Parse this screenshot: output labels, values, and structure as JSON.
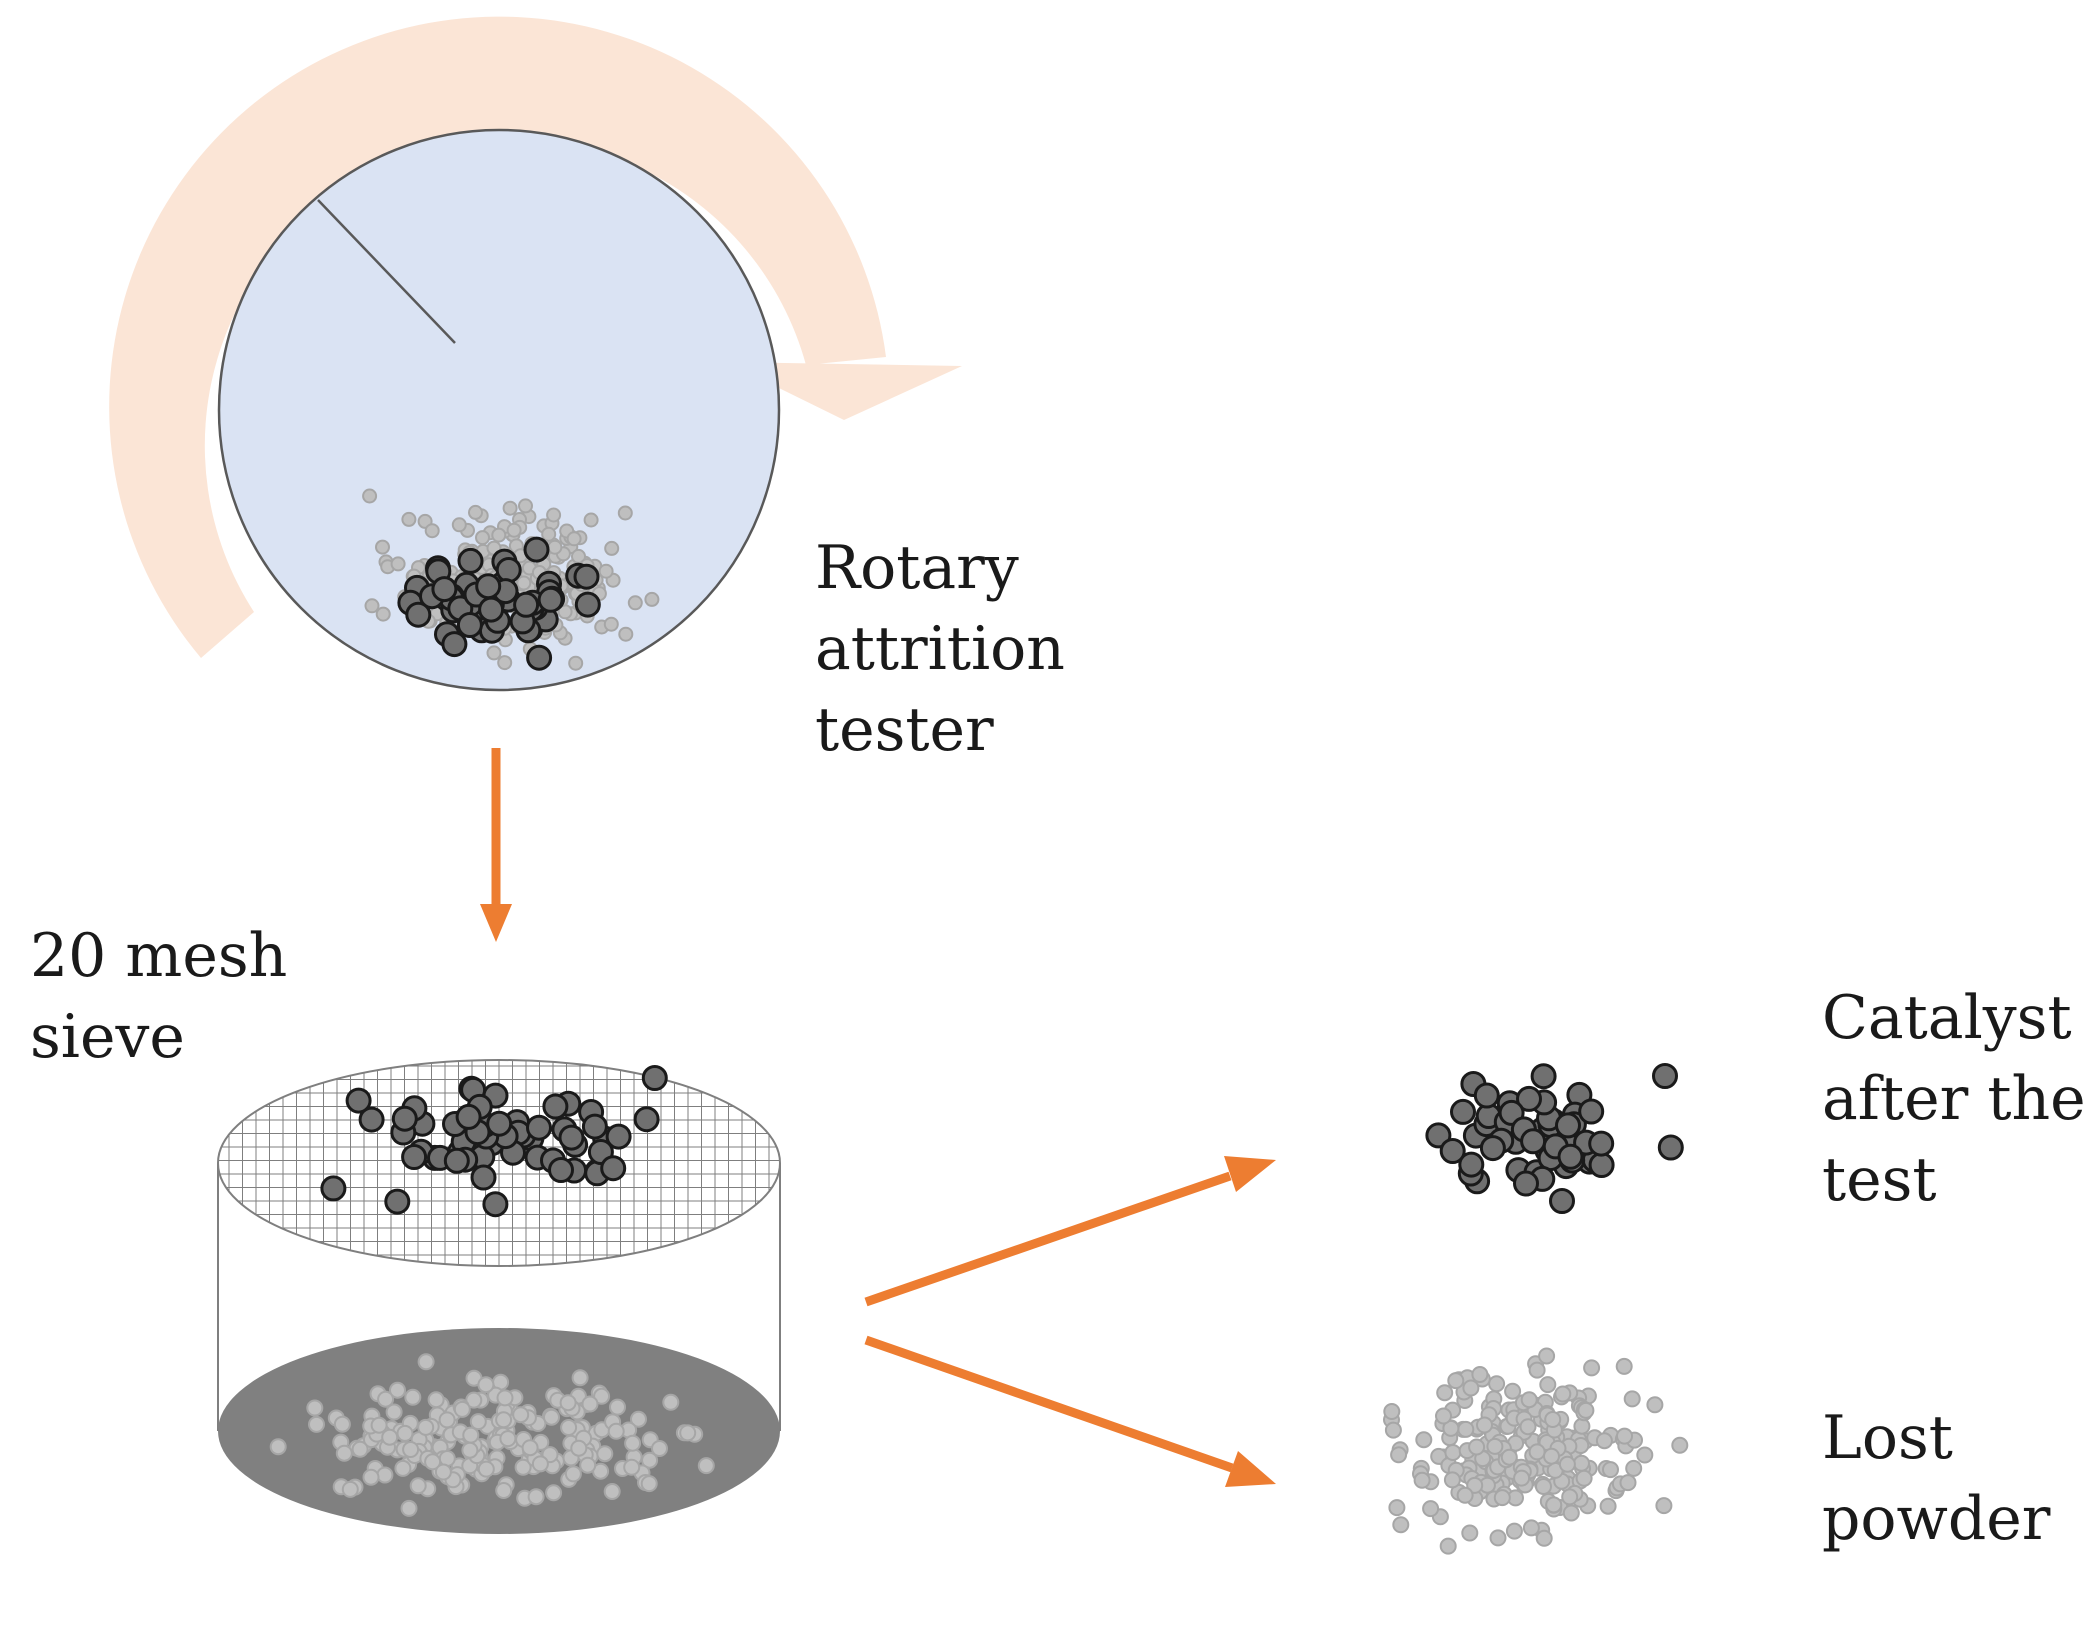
{
  "labels": {
    "rotary_tester": [
      "Rotary",
      "attrition",
      "tester"
    ],
    "sieve": [
      "20 mesh",
      "sieve"
    ],
    "catalyst_after": [
      "Catalyst",
      "after the",
      "test"
    ],
    "lost_powder": [
      "Lost",
      "powder"
    ]
  },
  "colors": {
    "rotation_arrow": "#fbe5d6",
    "drum_fill": "#dae3f3",
    "drum_stroke": "#595959",
    "process_arrow": "#ed7d31",
    "catalyst_particle": "#707070",
    "catalyst_particle_stroke": "#1a1a1a",
    "powder_particle": "#bfbfbf",
    "powder_particle_stroke": "#a6a6a6",
    "sieve_mesh": "#7f7f7f",
    "sieve_bottom": "#808080"
  },
  "icons": {
    "rotation": "curved-rotation-arrow",
    "drum": "rotating-drum",
    "sieve": "cylindrical-mesh-sieve",
    "flow": "orange-flow-arrow"
  }
}
